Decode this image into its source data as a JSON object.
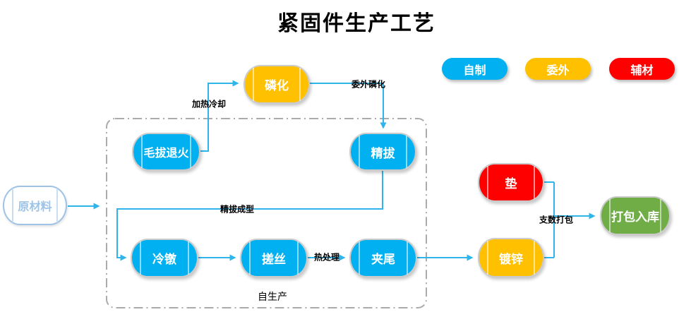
{
  "title": "紧固件生产工艺",
  "legend": [
    {
      "id": "self-made",
      "label": "自制",
      "color": "#00B0F0"
    },
    {
      "id": "outsourced",
      "label": "委外",
      "color": "#FFC000"
    },
    {
      "id": "auxiliary",
      "label": "辅材",
      "color": "#FF0000"
    }
  ],
  "group_label": "自生产",
  "nodes": {
    "raw_material": {
      "label": "原材料",
      "type": "raw"
    },
    "phosphating": {
      "label": "磷化",
      "type": "outsourced"
    },
    "annealing": {
      "label": "毛拔退火",
      "type": "self"
    },
    "fine_drawing": {
      "label": "精拔",
      "type": "self"
    },
    "cold_heading": {
      "label": "冷镦",
      "type": "self"
    },
    "thread_rolling": {
      "label": "搓丝",
      "type": "self"
    },
    "tail_clamping": {
      "label": "夹尾",
      "type": "self"
    },
    "galvanizing": {
      "label": "镀锌",
      "type": "outsourced"
    },
    "washer": {
      "label": "垫",
      "type": "auxiliary"
    },
    "packing": {
      "label": "打包入库",
      "type": "finish"
    }
  },
  "edge_labels": {
    "heating_cooling": "加热冷却",
    "outsourced_phosphating": "委外磷化",
    "fine_drawing_forming": "精拔成型",
    "heat_treatment": "热处理",
    "count_packing": "支数打包"
  },
  "colors": {
    "self": "#00B0F0",
    "outsourced": "#FFC000",
    "auxiliary": "#FF0000",
    "finish": "#70AD47",
    "raw": "#9DC3E6",
    "edge": "#2FB5EC",
    "group_border": "#ABABAB"
  }
}
